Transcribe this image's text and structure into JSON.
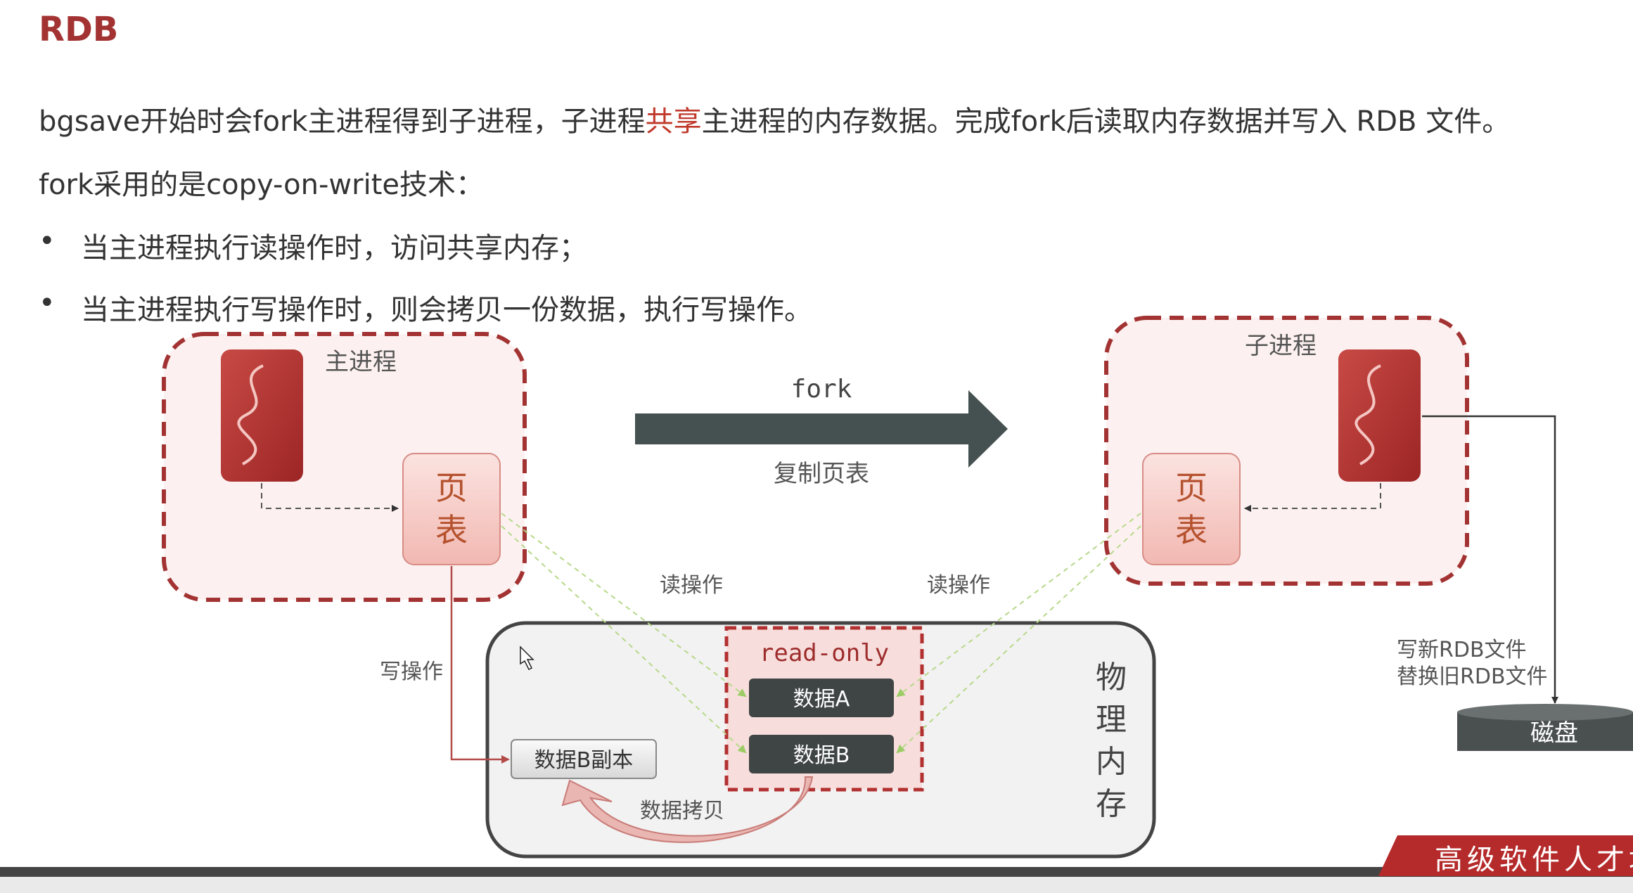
{
  "slide": {
    "title": "RDB",
    "line1_pre": "bgsave开始时会fork主进程得到子进程，子进程",
    "line1_hl": "共享",
    "line1_post": "主进程的内存数据。完成fork后读取内存数据并写入 RDB 文件。",
    "line2": "fork采用的是copy-on-write技术：",
    "bullets": [
      "当主进程执行读操作时，访问共享内存；",
      "当主进程执行写操作时，则会拷贝一份数据，执行写操作。"
    ],
    "bullet_mark": "•"
  },
  "diagram": {
    "main_process": "主进程",
    "child_process": "子进程",
    "page_table_1": "页",
    "page_table_2": "表",
    "fork_label": "fork",
    "copy_page_table": "复制页表",
    "read_op": "读操作",
    "write_op": "写操作",
    "read_only": "read-only",
    "data_a": "数据A",
    "data_b": "数据B",
    "data_b_copy": "数据B副本",
    "data_copy": "数据拷贝",
    "physical_memory": [
      "物",
      "理",
      "内",
      "存"
    ],
    "write_new_rdb": "写新RDB文件",
    "replace_old_rdb": "替换旧RDB文件",
    "disk": "磁盘"
  },
  "footer": {
    "brand": "高级软件人才培"
  },
  "colors": {
    "accent": "#a33333",
    "highlight": "#c0392b",
    "dashed_border": "#a33333",
    "arrow": "#455050"
  }
}
